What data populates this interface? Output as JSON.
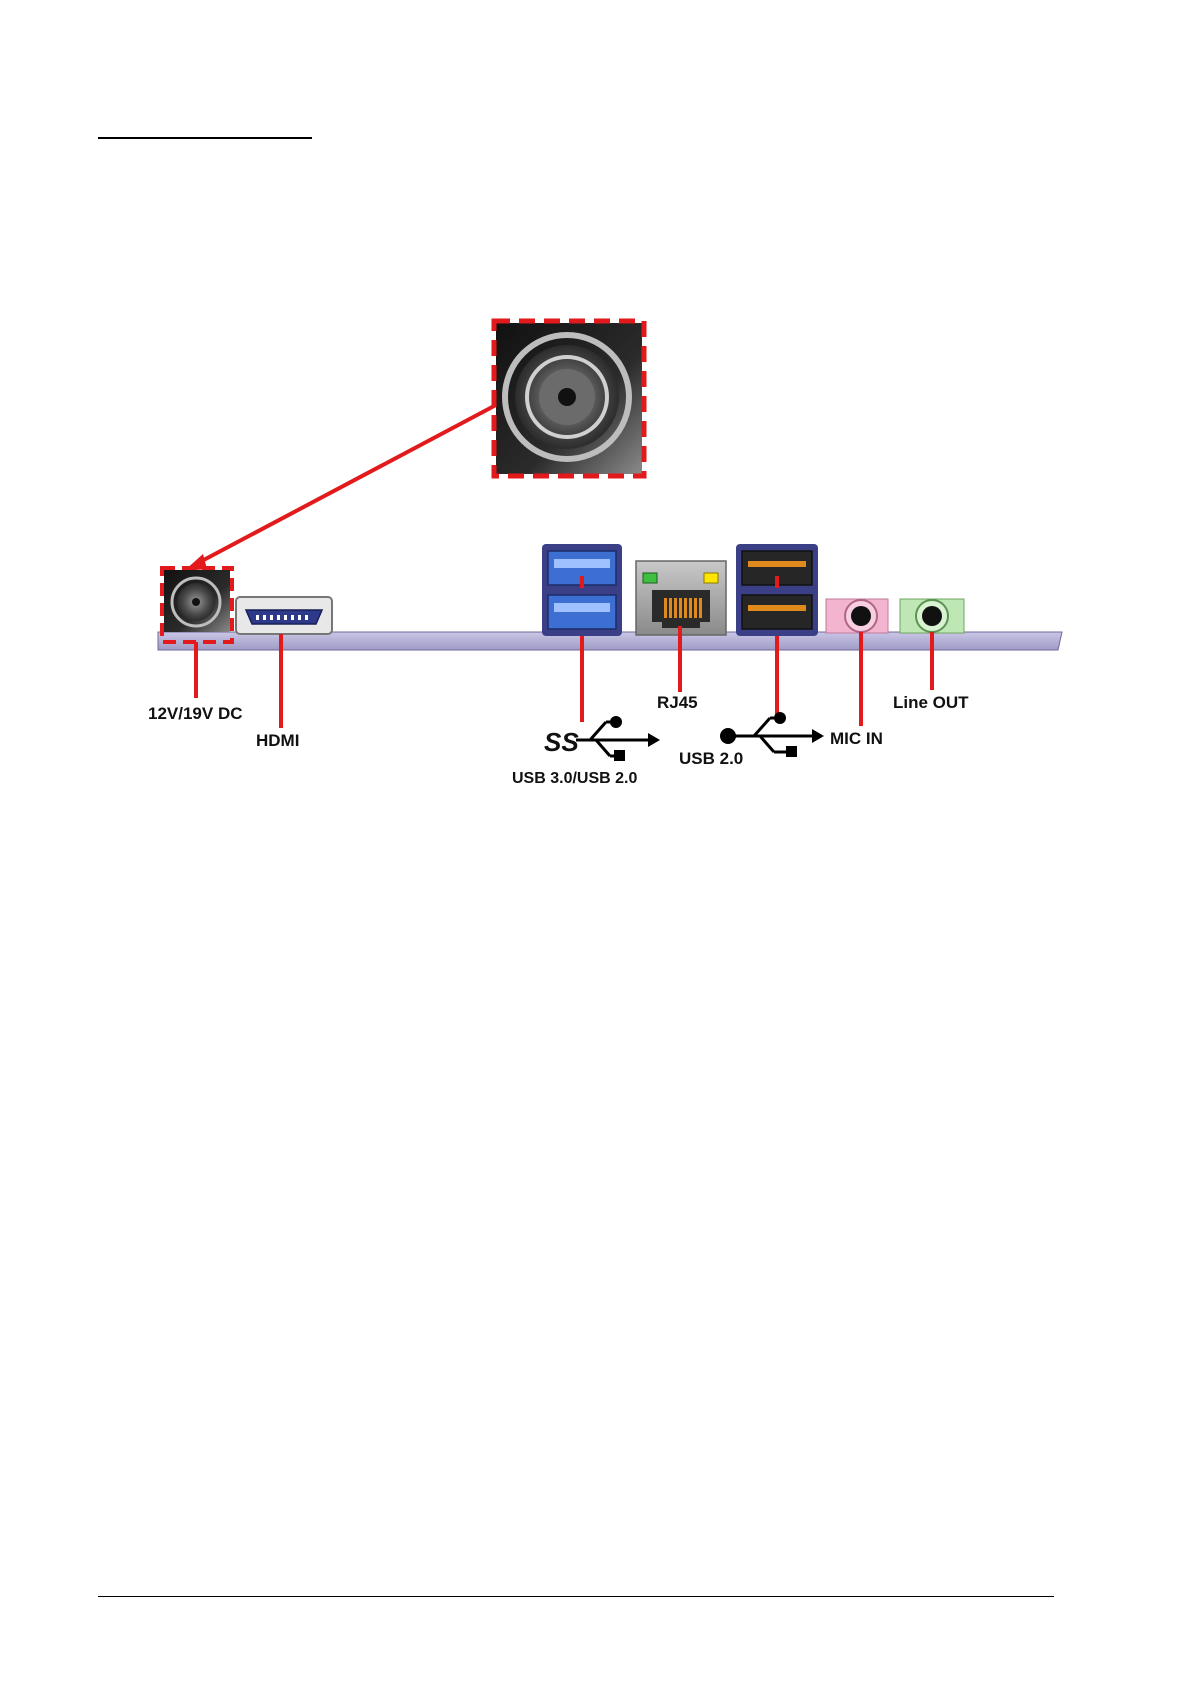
{
  "labels": {
    "dc_in": "12V/19V DC",
    "hdmi": "HDMI",
    "usb3": "USB 3.0/USB 2.0",
    "rj45": "RJ45",
    "usb2": "USB 2.0",
    "mic_in": "MIC IN",
    "line_out": "Line OUT"
  },
  "colors": {
    "callout": "#e31a1c",
    "panel": "#b7b3d8",
    "usb3_blue": "#3c6fd1",
    "usb_frame": "#3a3f86",
    "mic_pink": "#f3b4cf",
    "line_green": "#bfe6b5",
    "led_green": "#3fbf3f",
    "led_yellow": "#ffe600"
  },
  "icons": [
    "superspeed-usb-icon",
    "usb-trident-icon"
  ]
}
